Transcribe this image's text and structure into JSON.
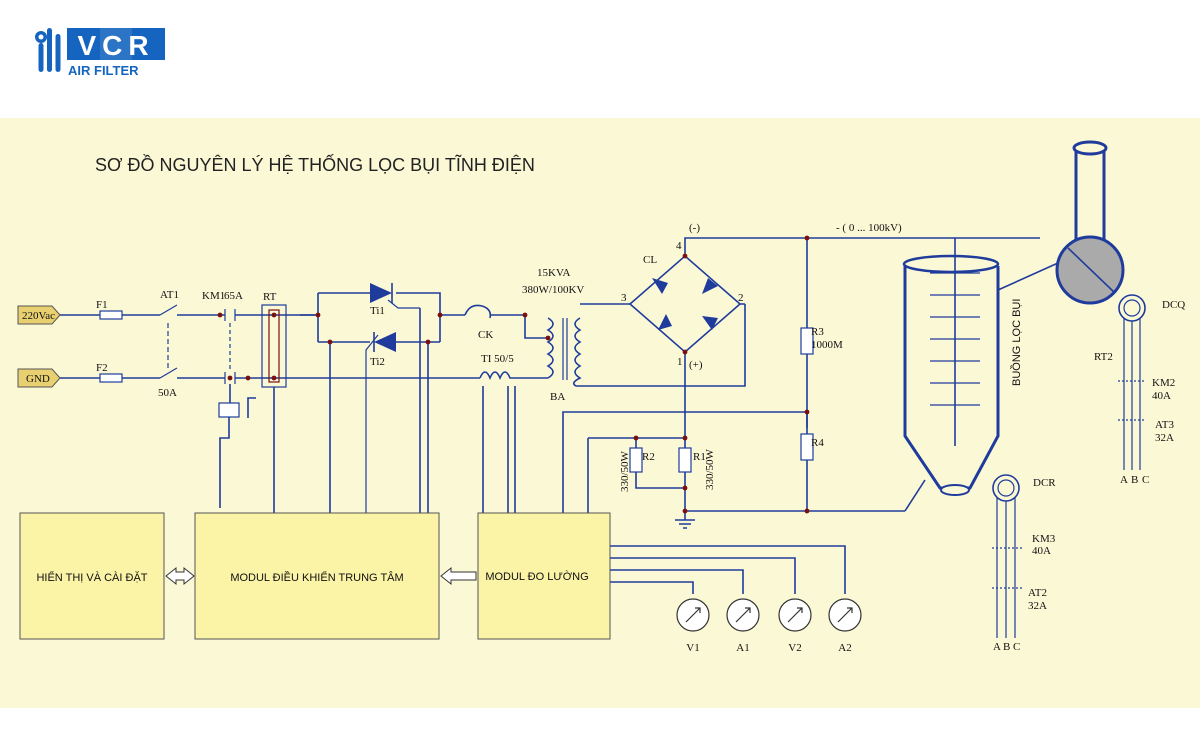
{
  "logo": {
    "brand": "VCR",
    "subtitle": "AIR FILTER",
    "color": "#1565c0"
  },
  "colors": {
    "background": "#fbf8d6",
    "wire": "#1f3c9c",
    "module_fill": "#fbf3a6",
    "chamber_fill": "#aaaaaa"
  },
  "title": "SƠ ĐỒ NGUYÊN LÝ HỆ THỐNG LỌC BỤI TĨNH ĐIỆN",
  "inputs": {
    "line": "220Vac",
    "ground": "GND"
  },
  "labels": {
    "f1": "F1",
    "f2": "F2",
    "at1": "AT1",
    "at1_rating": "50A",
    "km1": "KM1",
    "km1_rating": "65A",
    "rt": "RT",
    "ti1": "Ti1",
    "ti2": "Ti2",
    "ck": "CK",
    "ti_ct": "TI 50/5",
    "transformer_power": "15KVA",
    "transformer_ratio": "380W/100KV",
    "transformer": "BA",
    "bridge": "CL",
    "neg_terminal": "(-)",
    "pos_terminal": "(+)",
    "node1": "1",
    "node2": "2",
    "node3": "3",
    "node4": "4",
    "output_voltage": "- ( 0 ... 100kV)",
    "r3": "R3",
    "r3_value": "1000M",
    "r4": "R4",
    "r2": "R2",
    "r2_value": "330/50W",
    "r1": "R1",
    "r1_value": "330/50W",
    "chamber": "BUỒNG LỌC BỤI",
    "dcq": "DCQ",
    "rt2": "RT2",
    "km2": "KM2",
    "km2_rating": "40A",
    "at3": "AT3",
    "at3_rating": "32A",
    "dcr": "DCR",
    "km3": "KM3",
    "km3_rating": "40A",
    "at2": "AT2",
    "at2_rating": "32A",
    "phase_a": "A",
    "phase_b": "B",
    "phase_c": "C"
  },
  "modules": {
    "display": "HIỂN THỊ VÀ CÀI ĐẶT",
    "control": "MODUL ĐIỀU KHIỂN TRUNG TÂM",
    "measure": "MODUL ĐO LƯỜNG"
  },
  "meters": [
    "V1",
    "A1",
    "V2",
    "A2"
  ]
}
